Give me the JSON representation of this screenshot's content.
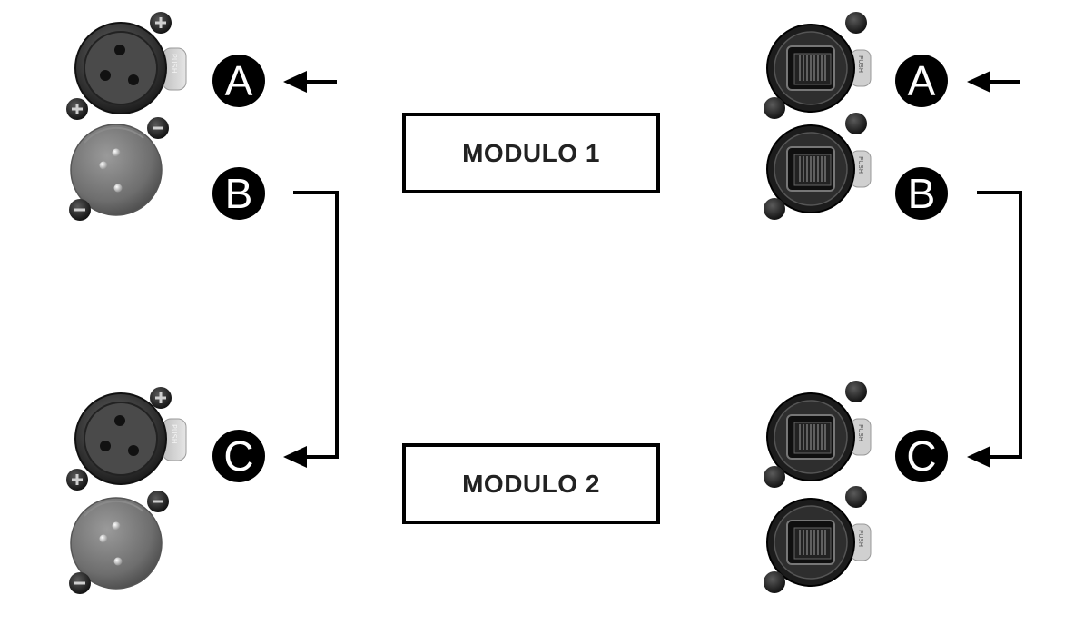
{
  "modules": [
    {
      "id": "module-1",
      "label": "MODULO 1"
    },
    {
      "id": "module-2",
      "label": "MODULO 2"
    }
  ],
  "labels": {
    "left_a": "A",
    "left_b": "B",
    "left_c": "C",
    "right_a": "A",
    "right_b": "B",
    "right_c": "C"
  },
  "connector_text": {
    "push": "PUSH"
  },
  "icons": {
    "xlr_female": "xlr-female-connector-icon",
    "xlr_male": "xlr-male-connector-icon",
    "rj45": "rj45-ethercon-connector-icon",
    "arrow": "arrow-left-icon"
  },
  "colors": {
    "line": "#000000",
    "badge": "#000000",
    "connector_dark": "#2b2b2b",
    "connector_grey": "#6b6b6b"
  }
}
